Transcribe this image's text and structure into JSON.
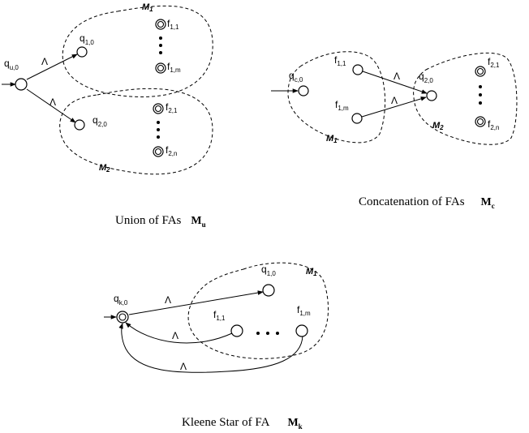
{
  "lambda": "Λ",
  "union": {
    "caption": "Union of FAs",
    "machine_label": "M",
    "machine_sub": "u",
    "start_state": {
      "name": "q",
      "sub": "u,0"
    },
    "m1": {
      "label": "M",
      "label_sub": "1",
      "start": {
        "name": "q",
        "sub": "1,0"
      },
      "final_top": {
        "name": "f",
        "sub": "1,1"
      },
      "final_bottom": {
        "name": "f",
        "sub": "1,m"
      }
    },
    "m2": {
      "label": "M",
      "label_sub": "2",
      "start": {
        "name": "q",
        "sub": "2,0"
      },
      "final_top": {
        "name": "f",
        "sub": "2,1"
      },
      "final_bottom": {
        "name": "f",
        "sub": "2,n"
      }
    }
  },
  "concat": {
    "caption": "Concatenation of FAs",
    "machine_label": "M",
    "machine_sub": "c",
    "start_state": {
      "name": "q",
      "sub": "c,0"
    },
    "m1": {
      "label": "M",
      "label_sub": "1",
      "final_top": {
        "name": "f",
        "sub": "1,1"
      },
      "final_bottom": {
        "name": "f",
        "sub": "1,m"
      }
    },
    "m2": {
      "label": "M",
      "label_sub": "2",
      "start": {
        "name": "q",
        "sub": "2,0"
      },
      "final_top": {
        "name": "f",
        "sub": "2,1"
      },
      "final_bottom": {
        "name": "f",
        "sub": "2,n"
      }
    }
  },
  "kleene": {
    "caption": "Kleene Star of FA",
    "machine_label": "M",
    "machine_sub": "k",
    "start_state": {
      "name": "q",
      "sub": "k,0"
    },
    "m1": {
      "label": "M",
      "label_sub": "1",
      "start": {
        "name": "q",
        "sub": "1,0"
      },
      "final_left": {
        "name": "f",
        "sub": "1,1"
      },
      "final_right": {
        "name": "f",
        "sub": "1,m"
      }
    }
  }
}
